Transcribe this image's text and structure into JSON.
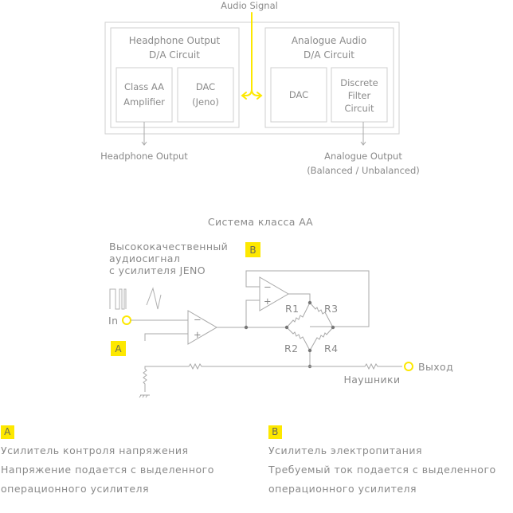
{
  "top_diagram": {
    "input_label": "Audio Signal",
    "left_block": {
      "title_line1": "Headphone Output",
      "title_line2": "D/A Circuit",
      "sub1_line1": "Class AA",
      "sub1_line2": "Amplifier",
      "sub2_line1": "DAC",
      "sub2_line2": "(Jeno)",
      "output_label": "Headphone Output"
    },
    "right_block": {
      "title_line1": "Analogue Audio",
      "title_line2": "D/A Circuit",
      "sub1_line1": "DAC",
      "sub2_line1": "Discrete",
      "sub2_line2": "Filter",
      "sub2_line3": "Circuit",
      "output_label_line1": "Analogue Output",
      "output_label_line2": "(Balanced / Unbalanced)"
    },
    "signal_color": "#fde800"
  },
  "schematic": {
    "title": "Система класса АА",
    "input_desc_line1": "Высококачественный",
    "input_desc_line2": "аудиосигнал",
    "input_desc_line3": "с усилителя JENO",
    "in_label": "In",
    "out_label": "Выход",
    "headphones_label": "Наушники",
    "badge_a": "A",
    "badge_b": "B",
    "minus": "−",
    "plus": "+",
    "resistors": [
      "R1",
      "R2",
      "R3",
      "R4"
    ],
    "accent_color": "#fde800"
  },
  "legend": {
    "a": {
      "badge": "A",
      "line1": "Усилитель контроля напряжения",
      "line2": "Напряжение подается с выделенного",
      "line3": "операционного усилителя"
    },
    "b": {
      "badge": "B",
      "line1": "Усилитель электропитания",
      "line2": "Требуемый ток подается с выделенного",
      "line3": "операционного усилителя"
    }
  }
}
